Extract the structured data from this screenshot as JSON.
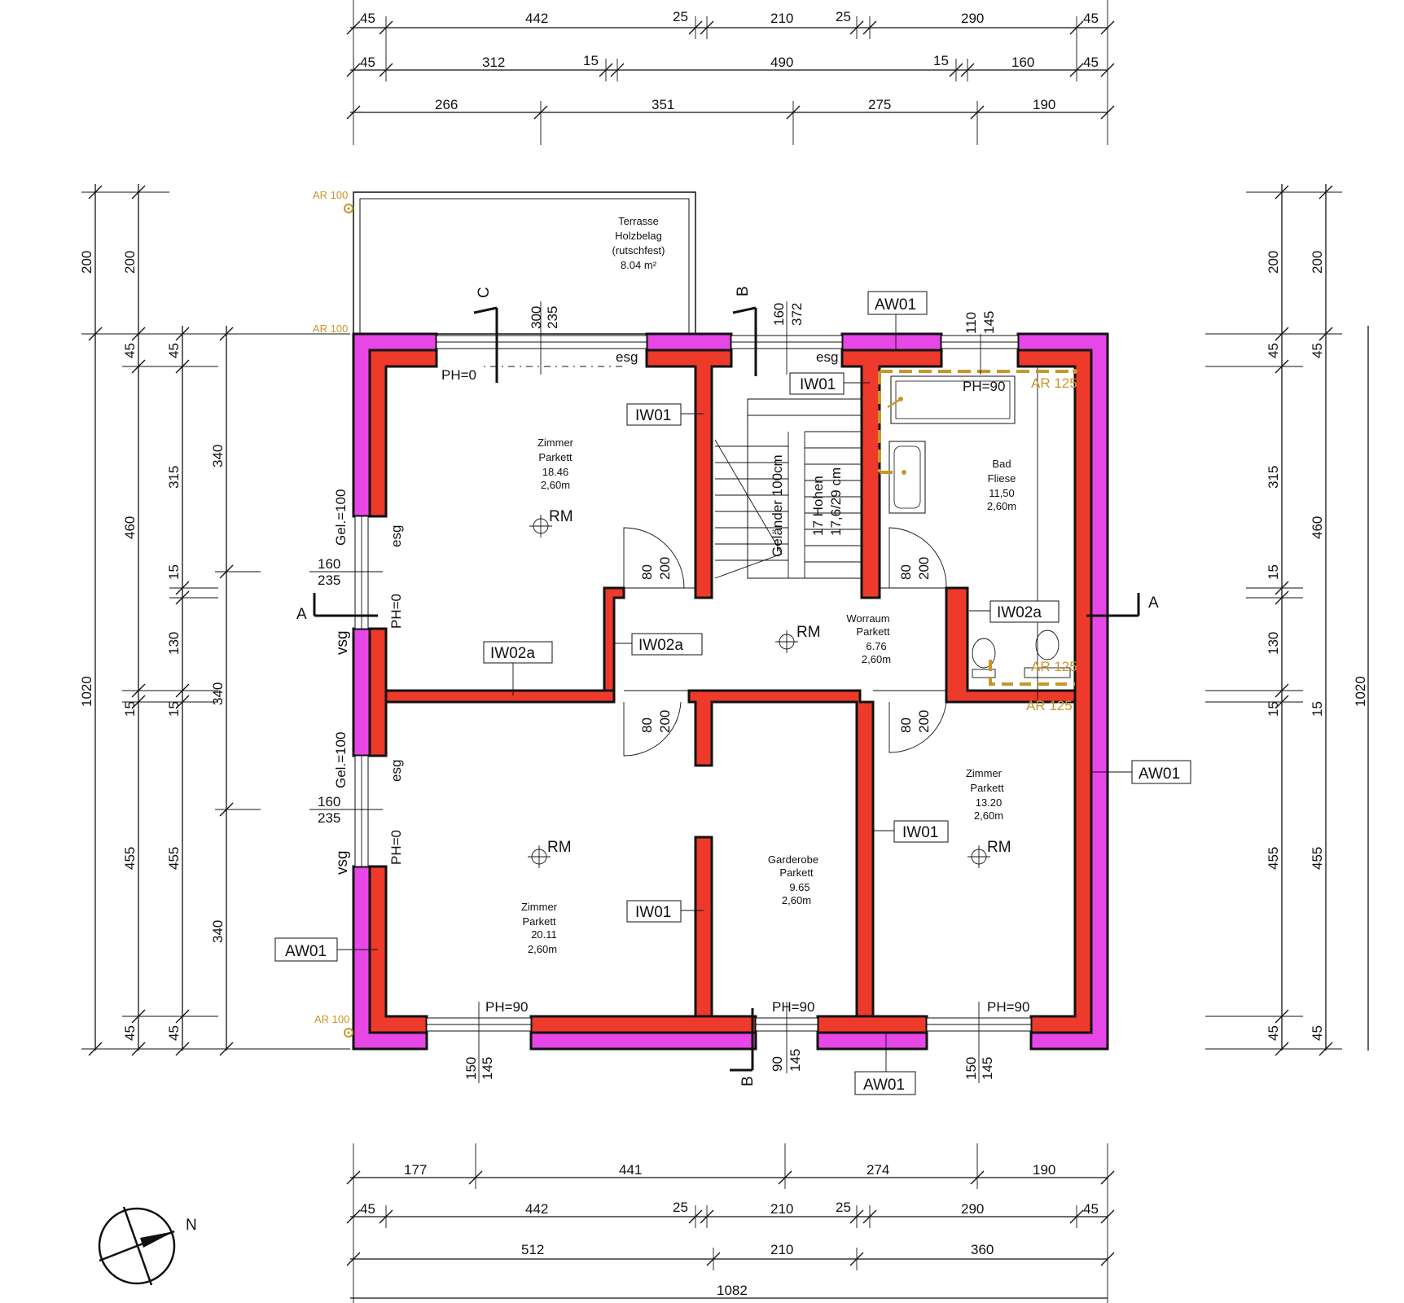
{
  "dimensions": {
    "top_row1": [
      "45",
      "442",
      "25",
      "210",
      "25",
      "290",
      "45"
    ],
    "top_row2": [
      "45",
      "312",
      "15",
      "490",
      "15",
      "160",
      "45"
    ],
    "top_row3": [
      "266",
      "351",
      "275",
      "190"
    ],
    "bottom_row1": [
      "177",
      "441",
      "274",
      "190"
    ],
    "bottom_row2": [
      "45",
      "442",
      "25",
      "210",
      "25",
      "290",
      "45"
    ],
    "bottom_row3": [
      "512",
      "210",
      "360"
    ],
    "bottom_total": "1082",
    "left_outer": [
      "200",
      "1020"
    ],
    "left_col2": [
      "200",
      "45",
      "460",
      "15",
      "455",
      "45"
    ],
    "left_col3": [
      "45",
      "315",
      "15",
      "130",
      "15",
      "455",
      "45"
    ],
    "left_col4": [
      "340",
      "340",
      "340"
    ],
    "right_col1": [
      "200",
      "45",
      "315",
      "15",
      "130",
      "15",
      "455",
      "45"
    ],
    "right_col2": [
      "200",
      "45",
      "460",
      "15",
      "455",
      "45"
    ],
    "right_outer": "1020"
  },
  "openings": {
    "top_left_window": [
      "300",
      "235"
    ],
    "top_mid": [
      "160",
      "372"
    ],
    "top_bath": [
      "110",
      "145"
    ],
    "left_upper_window": [
      "160",
      "235"
    ],
    "left_lower_window": [
      "160",
      "235"
    ],
    "door_upper_left": [
      "80",
      "200"
    ],
    "door_lower_left": [
      "80",
      "200"
    ],
    "door_upper_right": [
      "80",
      "200"
    ],
    "door_lower_right": [
      "80",
      "200"
    ],
    "bottom_left": [
      "150",
      "145"
    ],
    "bottom_mid": [
      "90",
      "145"
    ],
    "bottom_right": [
      "150",
      "145"
    ],
    "ph0": "PH=0",
    "ph90": "PH=90",
    "esg": "esg",
    "vsg": "vsg",
    "gel": "Gel.=100"
  },
  "rooms": {
    "terrace": [
      "Terrasse",
      "Holzbelag",
      "(rutschfest)",
      "8.04      m²"
    ],
    "room_ul": [
      "Zimmer",
      "Parkett",
      "18.46",
      "2,60m"
    ],
    "room_ll": [
      "Zimmer",
      "Parkett",
      "20.11",
      "2,60m"
    ],
    "bath": [
      "Bad",
      "Fliese",
      "11,50",
      "2,60m"
    ],
    "hall": [
      "Worraum",
      "Parkett",
      "6.76",
      "2,60m"
    ],
    "wardrobe": [
      "Garderobe",
      "Parkett",
      "9.65",
      "2,60m"
    ],
    "room_lr": [
      "Zimmer",
      "Parkett",
      "13.20",
      "2,60m"
    ]
  },
  "tags": {
    "aw01": "AW01",
    "iw01": "IW01",
    "iw02a": "IW02a",
    "rm": "RM"
  },
  "stairs": {
    "railing": "Geländer 100cm",
    "steps": "17 Hohen",
    "rise": "17,6/29 cm"
  },
  "roof_marks": {
    "ar100": "AR 100",
    "ar125": "AR 125"
  },
  "sections": {
    "a": "A",
    "b": "B",
    "c": "C"
  },
  "north": "N",
  "colors": {
    "interior_wall": "#ee3a2b",
    "exterior_insulation": "#e647e6",
    "roof_marker": "#c9962a"
  }
}
